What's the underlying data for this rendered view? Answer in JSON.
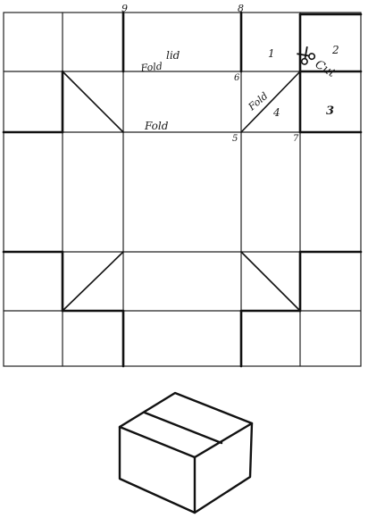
{
  "pattern": {
    "corner_labels": {
      "top_left": "9",
      "top_right": "8",
      "mid_left": "6",
      "bottom_left": "5",
      "bottom_right": "7"
    },
    "labels": {
      "lid": "lid",
      "fold_top": "Fold",
      "fold_middle": "Fold",
      "fold_diagonal": "Fold",
      "cut": "Cut",
      "region_1": "1",
      "region_2": "2",
      "region_3": "3",
      "region_4": "4"
    }
  },
  "illustration": {
    "subject": "closed-box"
  }
}
